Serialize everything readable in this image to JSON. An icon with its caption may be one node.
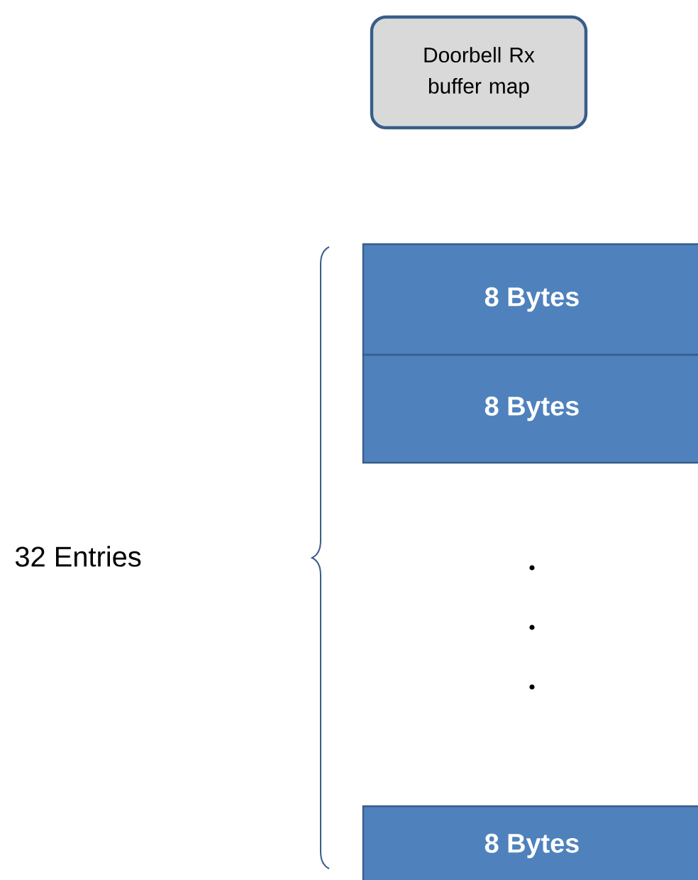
{
  "diagram": {
    "nodes": [
      {
        "text": [
          "Doorbell Rx buffer map"
        ]
      },
      {
        "text": [
          "8 Bytes"
        ]
      },
      {
        "text": [
          "8 Bytes"
        ]
      },
      {
        "text": [
          "8 Bytes"
        ]
      }
    ],
    "labels": [
      "32 Entries"
    ]
  }
}
